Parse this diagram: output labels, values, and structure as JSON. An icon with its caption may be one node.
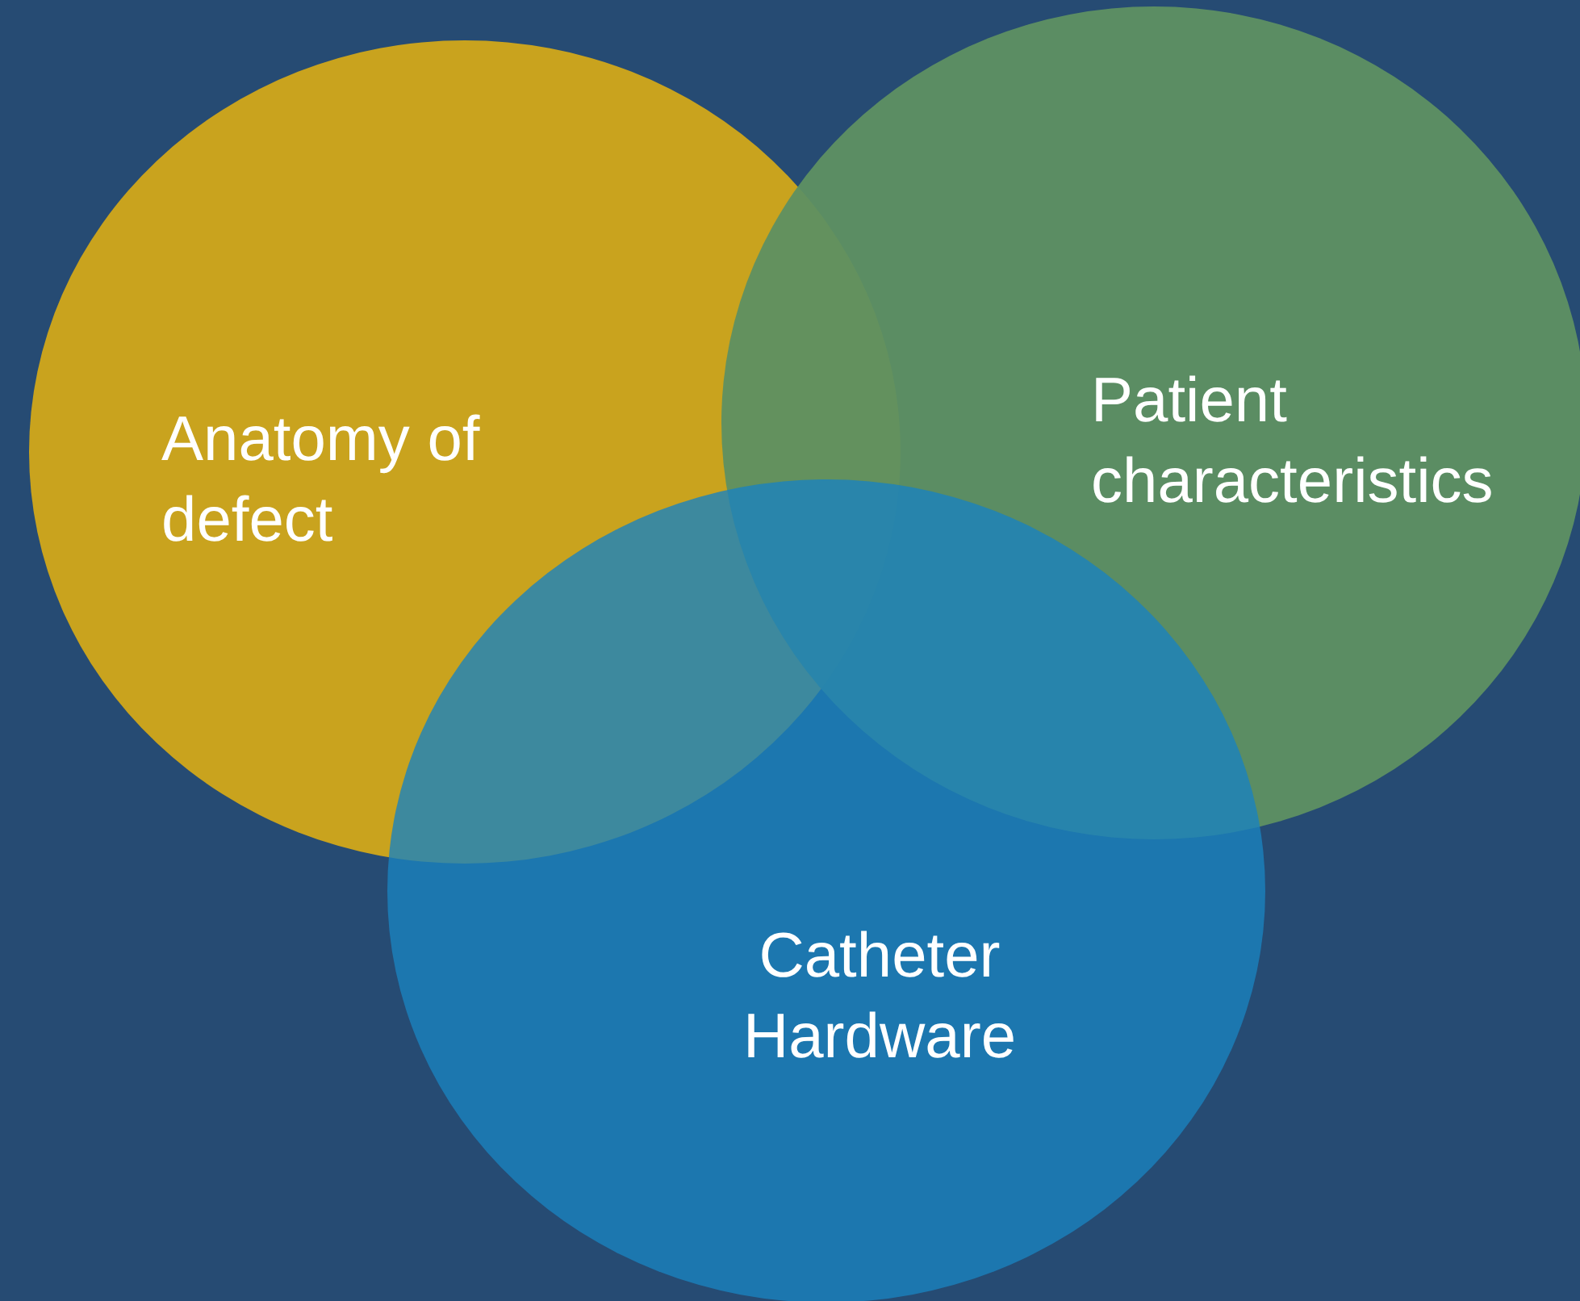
{
  "diagram": {
    "nodes": [
      {
        "text": [
          "Anatomy of defect"
        ]
      },
      {
        "text": [
          "Patient characteristics"
        ]
      },
      {
        "text": [
          "Catheter Hardware"
        ]
      }
    ]
  }
}
